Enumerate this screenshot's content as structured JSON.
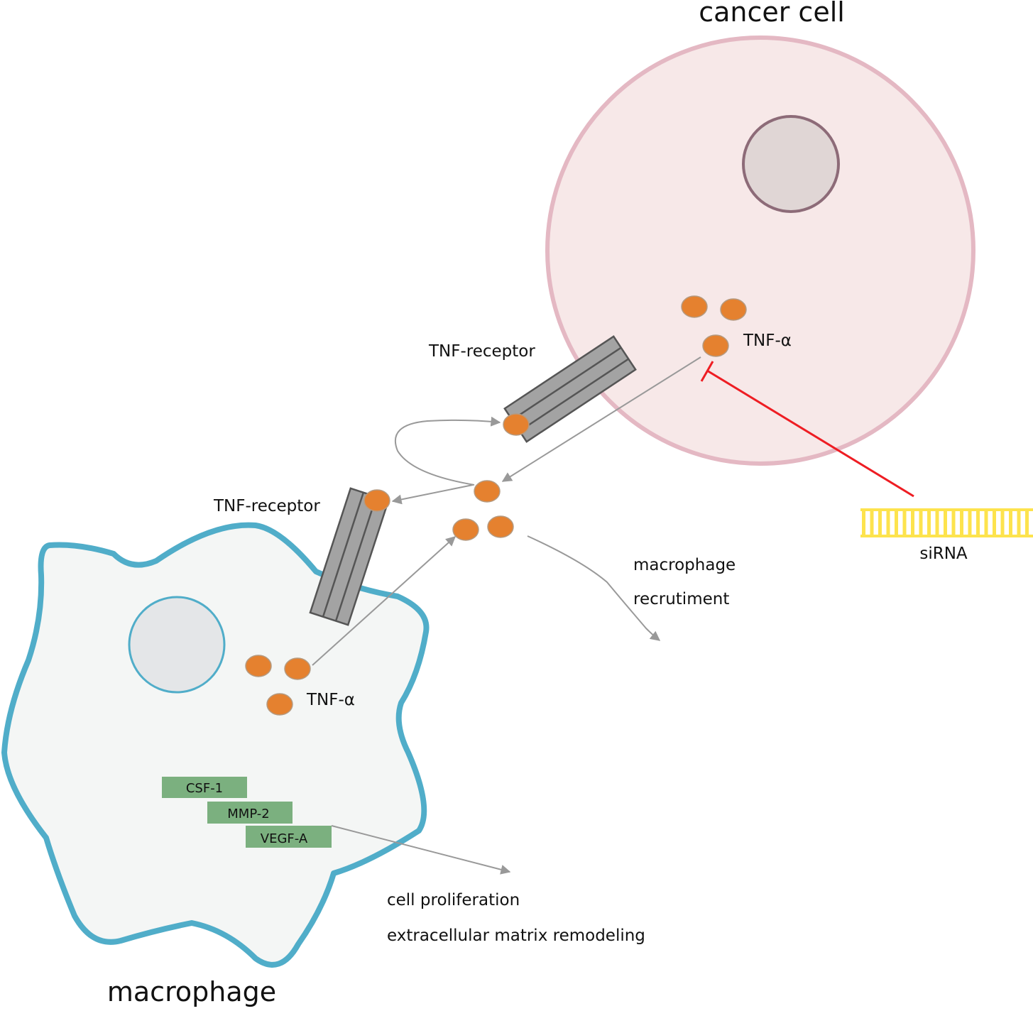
{
  "title": "",
  "cells": {
    "cancer": {
      "label": "cancer cell",
      "fill": "#f7e8e8",
      "stroke": "#e4b8c3",
      "nucleus_fill": "#e0d6d5",
      "nucleus_stroke": "#8d6b78"
    },
    "macrophage": {
      "label": "macrophage",
      "fill": "#f4f6f5",
      "stroke": "#50adc9",
      "nucleus_fill": "#e4e6e8",
      "nucleus_stroke": "#50adc9"
    }
  },
  "molecules": {
    "tnf_cancer_label": "TNF-α",
    "tnf_macrophage_label": "TNF-α",
    "tnf_color": "#e5812f",
    "receptor_upper_label": "TNF-receptor",
    "receptor_lower_label": "TNF-receptor",
    "receptor_color": "#a3a3a3"
  },
  "sirna": {
    "label": "siRNA",
    "color": "#fde34d",
    "inhibit_color": "#ee1d23"
  },
  "genes": [
    {
      "label": "CSF-1"
    },
    {
      "label": "MMP-2"
    },
    {
      "label": "VEGF-A"
    }
  ],
  "gene_color": "#7bb07f",
  "outcomes": {
    "recruitment_line1": "macrophage",
    "recruitment_line2": "recrutiment",
    "proliferation": "cell proliferation",
    "remodeling": "extracellular matrix remodeling"
  },
  "arrow_color": "#999999"
}
